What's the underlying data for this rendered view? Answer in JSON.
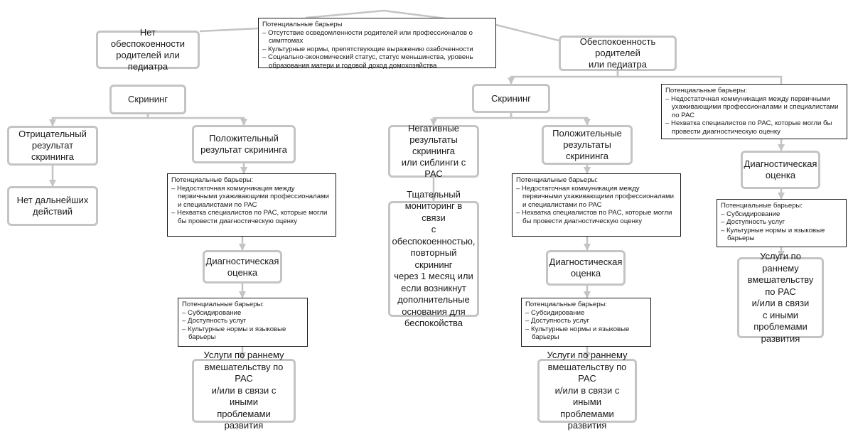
{
  "diagram": {
    "line_color": "#c4c4c4",
    "top_barriers": {
      "title": "Потенциальные барьеры",
      "items": [
        "Отсутствие осведомленности родителей или профессионалов о симптомах",
        "Культурные нормы, препятствующие выражению озабоченности",
        "Социально-экономический статус, статус меньшинства, уровень образования матери и годовой доход домохозяйства"
      ]
    },
    "left": {
      "no_concern": "Нет обеспокоенности\nродителей или педиатра",
      "screening": "Скрининг",
      "negative": "Отрицательный\nрезультат скрининга",
      "no_action": "Нет дальнейших\nдействий",
      "positive": "Положительный\nрезультат скрининга",
      "barriers1": {
        "title": "Потенциальные барьеры:",
        "items": [
          "Недостаточная коммуникация между первичными ухаживающими профессионалами и специалистами по РАС",
          "Нехватка специалистов по РАС, которые могли бы провести диагностическую оценку"
        ]
      },
      "diagnostic": "Диагностическая\nоценка",
      "barriers2": {
        "title": "Потенциальные барьеры:",
        "items": [
          "Субсидирование",
          "Доступность услуг",
          "Культурные нормы и языковые барьеры"
        ]
      },
      "services": "Услуги по раннему\nвмешательству по РАС\nи/или в связи с иными\nпроблемами развития"
    },
    "right": {
      "concern": "Обеспокоенность родителей\nили педиатра",
      "screening": "Скрининг",
      "negative": "Негативные\nрезультаты скрининга\nили сиблинги с РАС",
      "monitoring": "Тщательный\nмониторинг в связи\nс обеспокоенностью,\nповторный скрининг\nчерез 1 месяц или\nесли возникнут\nдополнительные\nоснования для\nбеспокойства",
      "positive": "Положительные\nрезультаты скрининга",
      "barriers1": {
        "title": "Потенциальные барьеры:",
        "items": [
          "Недостаточная коммуникация между первичными ухаживающими профессионалами и специалистами по РАС",
          "Нехватка специалистов по РАС, которые могли бы провести диагностическую оценку"
        ]
      },
      "diagnostic": "Диагностическая\nоценка",
      "barriers2": {
        "title": "Потенциальные барьеры:",
        "items": [
          "Субсидирование",
          "Доступность услуг",
          "Культурные нормы и языковые барьеры"
        ]
      },
      "services": "Услуги по раннему\nвмешательству по РАС\nи/или в связи с иными\nпроблемами развития"
    },
    "far_right": {
      "barriers1": {
        "title": "Потенциальные барьеры:",
        "items": [
          "Недостаточная коммуникация между первичными ухаживающими профессионалами и специалистами по РАС",
          "Нехватка специалистов по РАС, которые могли бы провести диагностическую оценку"
        ]
      },
      "diagnostic": "Диагностическая\nоценка",
      "barriers2": {
        "title": "Потенциальные барьеры:",
        "items": [
          "Субсидирование",
          "Доступность услуг",
          "Культурные нормы и языковые барьеры"
        ]
      },
      "services": "Услуги по раннему\nвмешательству\nпо РАС\nи/или в связи\nс иными проблемами\nразвития"
    }
  }
}
